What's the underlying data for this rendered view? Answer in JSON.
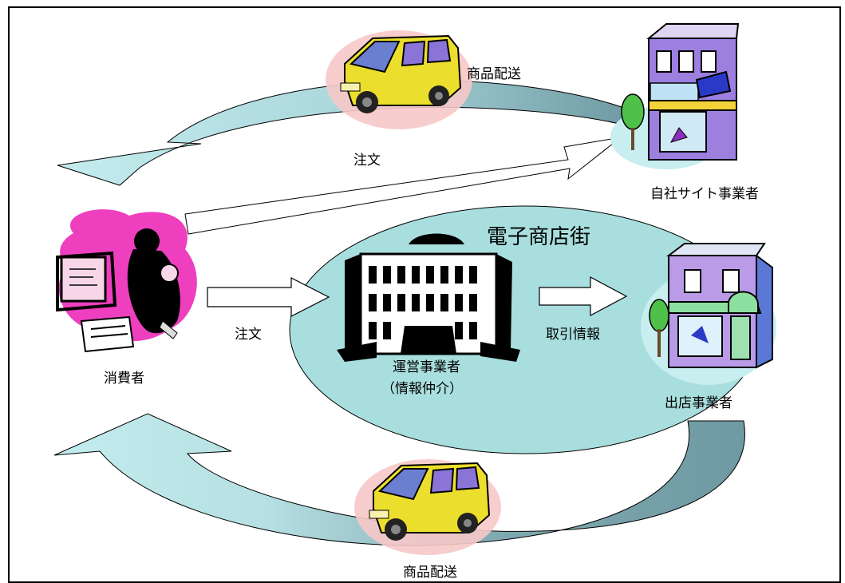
{
  "diagram": {
    "title": "電子商店街",
    "labels": {
      "delivery_top": "商品配送",
      "order_top": "注文",
      "own_site_operator": "自社サイト事業者",
      "consumer": "消費者",
      "order_mid": "注文",
      "transaction_info": "取引情報",
      "operator_line1": "運営事業者",
      "operator_line2": "（情報仲介）",
      "store_operator": "出店事業者",
      "delivery_bottom": "商品配送"
    }
  },
  "icons": {
    "van_top": "delivery-van",
    "shop_top": "music-shop-building",
    "consumer": "mother-with-baby-at-computer",
    "mall_building": "classical-building",
    "shop_right": "storefront-building",
    "van_bottom": "delivery-van"
  },
  "colors": {
    "ellipse_fill": "#a9dede",
    "arrow_fill": "#c4ecee",
    "arrow_dark": "#6f9aa3",
    "consumer_bg": "#ee3fbf",
    "van_body": "#ecde2c",
    "shop_wall": "#9d7fe0",
    "store_wall": "#b99be8"
  }
}
